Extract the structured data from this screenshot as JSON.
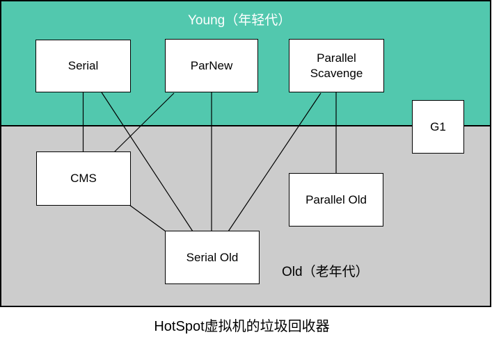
{
  "diagram": {
    "caption": "HotSpot虚拟机的垃圾回收器",
    "regions": {
      "young": {
        "label": "Young（年轻代）",
        "fill_color": "#52C8AE",
        "text_color": "#FFFFFF"
      },
      "old": {
        "label": "Old（老年代）",
        "fill_color": "#CCCCCC",
        "text_color": "#000000"
      }
    },
    "nodes": {
      "serial": {
        "label": "Serial",
        "region": "young"
      },
      "parnew": {
        "label": "ParNew",
        "region": "young"
      },
      "parallel_scavenge": {
        "label": "Parallel Scavenge",
        "region": "young"
      },
      "g1": {
        "label": "G1",
        "region": "young-and-old"
      },
      "cms": {
        "label": "CMS",
        "region": "old"
      },
      "parallel_old": {
        "label": "Parallel Old",
        "region": "old"
      },
      "serial_old": {
        "label": "Serial Old",
        "region": "old"
      }
    },
    "edges": [
      {
        "from": "serial",
        "to": "cms"
      },
      {
        "from": "serial",
        "to": "serial_old"
      },
      {
        "from": "parnew",
        "to": "cms"
      },
      {
        "from": "parnew",
        "to": "serial_old"
      },
      {
        "from": "cms",
        "to": "serial_old"
      },
      {
        "from": "parallel_scavenge",
        "to": "serial_old"
      },
      {
        "from": "parallel_scavenge",
        "to": "parallel_old"
      }
    ],
    "style": {
      "node_fill": "#FFFFFF",
      "node_border": "#000000",
      "line_color": "#000000",
      "background": "#FFFFFF"
    }
  }
}
